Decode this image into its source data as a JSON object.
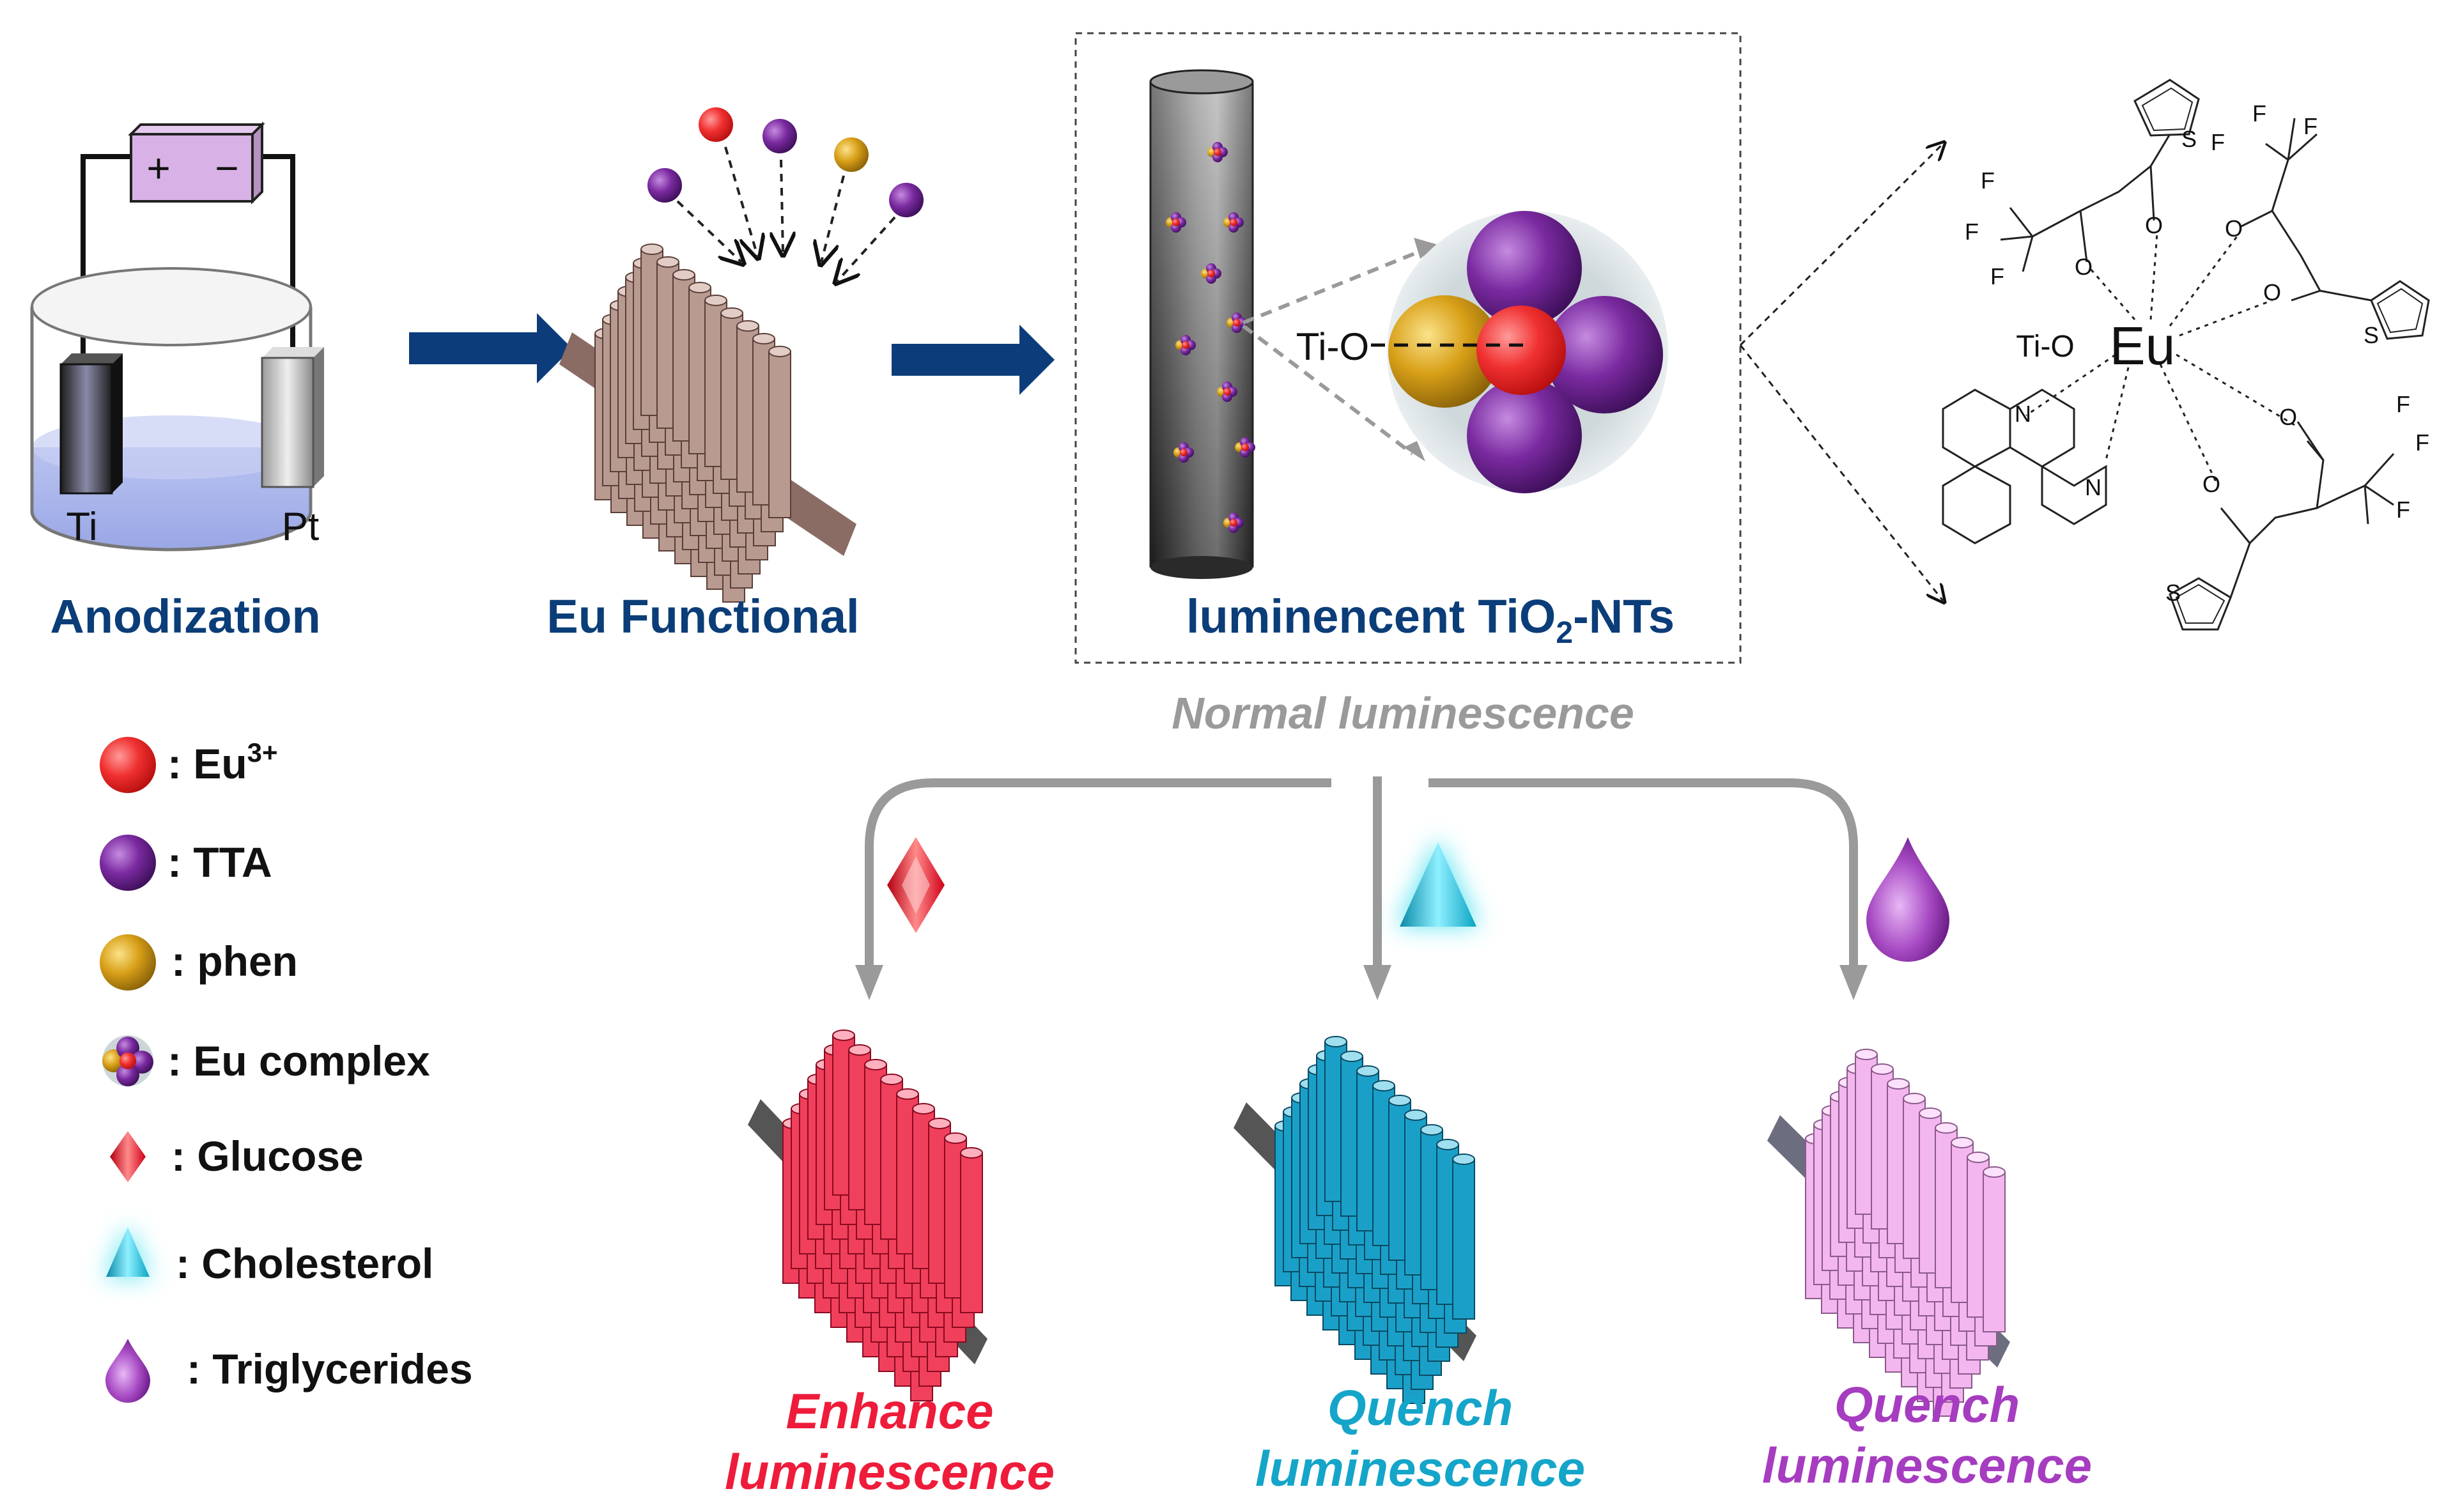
{
  "steps": {
    "anodization": "Anodization",
    "eu_functional": "Eu Functional",
    "luminescent_pre": "luminencent TiO",
    "luminescent_sub": "2",
    "luminescent_post": "-NTs"
  },
  "electrodes": {
    "left": "Ti",
    "right": "Pt",
    "plus": "+",
    "minus": "−"
  },
  "bond_label": "Ti-O",
  "normal": "Normal luminescence",
  "legend": [
    {
      "symbol": "eu3-dot",
      "text": ": Eu",
      "sup": "3+"
    },
    {
      "symbol": "tta-dot",
      "text": ": TTA",
      "sup": ""
    },
    {
      "symbol": "phen-dot",
      "text": ": phen",
      "sup": ""
    },
    {
      "symbol": "complex-icon",
      "text": ": Eu complex",
      "sup": ""
    },
    {
      "symbol": "diamond-icon",
      "text": ": Glucose",
      "sup": ""
    },
    {
      "symbol": "triangle-icon",
      "text": ": Cholesterol",
      "sup": ""
    },
    {
      "symbol": "drop-icon",
      "text": ": Triglycerides",
      "sup": ""
    }
  ],
  "outcomes": [
    {
      "line1": "Enhance",
      "line2": "luminescence",
      "color": "#ee1c3a"
    },
    {
      "line1": "Quench",
      "line2": "luminescence",
      "color": "#14a5c9"
    },
    {
      "line1": "Quench",
      "line2": "luminescence",
      "color": "#a63cc0"
    }
  ],
  "molecule": {
    "center": "Eu",
    "anchor": "Ti-O",
    "atoms": [
      "S",
      "F",
      "F",
      "F",
      "F",
      "F",
      "O",
      "O",
      "O",
      "O",
      "S",
      "F",
      "F",
      "F",
      "O",
      "O",
      "N",
      "N",
      "S"
    ]
  },
  "colors": {
    "eu": "#f03030",
    "tta": "#7a2aa0",
    "phen": "#d8a018",
    "arrow": "#0c3d7a",
    "label": "#0b3d78",
    "grey": "#9a9a9a"
  }
}
